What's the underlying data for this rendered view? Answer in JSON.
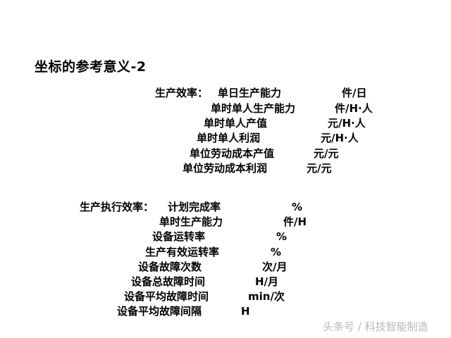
{
  "title": "坐标的参考意义-2",
  "production_efficiency": {
    "heading": "生产效率：",
    "rows": [
      {
        "label": "单日生产能力",
        "unit": "件/日"
      },
      {
        "label": "单时单人生产能力",
        "unit": "件/H·人"
      },
      {
        "label": "单时单人产值",
        "unit": "元/H·人"
      },
      {
        "label": "单时单人利润",
        "unit": "元/H·人"
      },
      {
        "label": "单位劳动成本产值",
        "unit": "元/元"
      },
      {
        "label": "单位劳动成本利润",
        "unit": "元/元"
      }
    ]
  },
  "execution_efficiency": {
    "heading": "生产执行效率：",
    "rows": [
      {
        "label": "计划完成率",
        "unit": "%"
      },
      {
        "label": "单时生产能力",
        "unit": "件/H"
      },
      {
        "label": "设备运转率",
        "unit": "%"
      },
      {
        "label": "生产有效运转率",
        "unit": "%"
      },
      {
        "label": "设备故障次数",
        "unit": "次/月"
      },
      {
        "label": "设备总故障时间",
        "unit": "H/月"
      },
      {
        "label": "设备平均故障时间",
        "unit": "min/次"
      },
      {
        "label": "设备平均故障间隔",
        "unit": "H"
      }
    ]
  },
  "watermark": "头条号 / 科技智能制造"
}
